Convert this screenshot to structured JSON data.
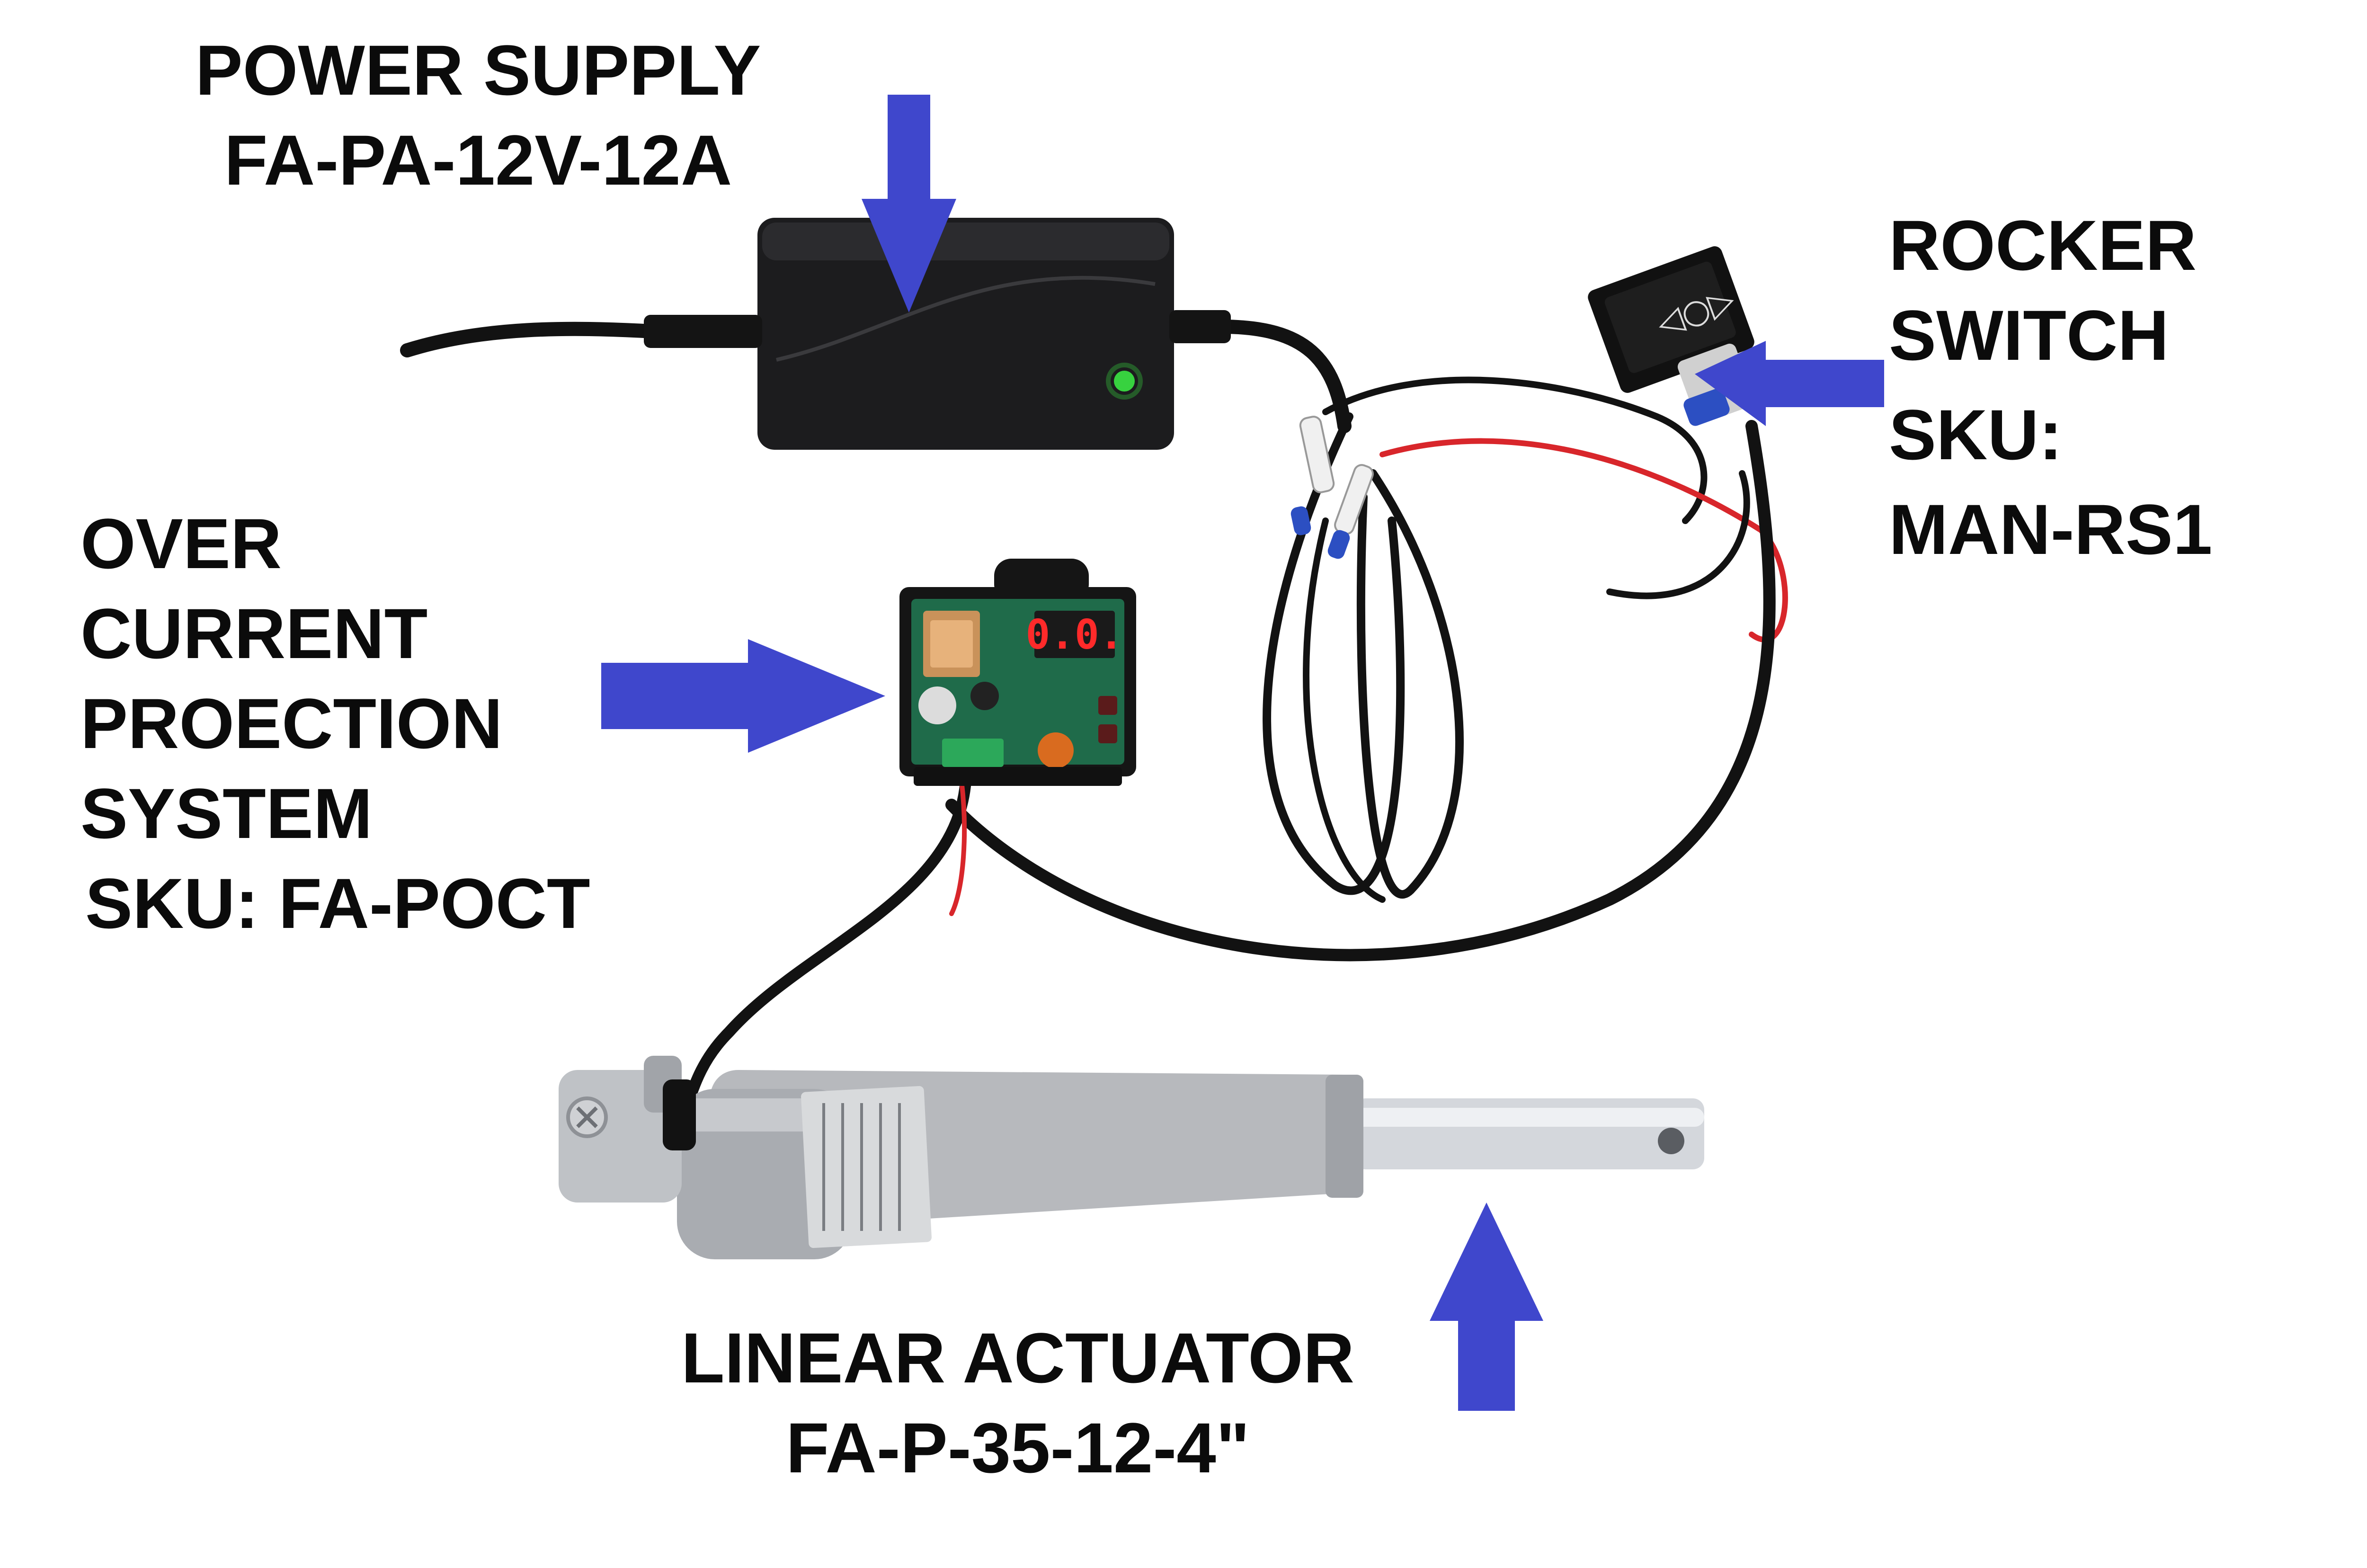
{
  "colors": {
    "background": "#ffffff",
    "label_text": "#0b0b0b",
    "arrow": "#3f47cc",
    "device_body": "#1c1c1e",
    "cable_black": "#121212",
    "cable_red": "#d8262b",
    "status_led": "#37d23f",
    "pcb_green": "#1f6b4a",
    "display_red": "#ff2a2a",
    "actuator_silver": "#b7b9bd",
    "rod_chrome": "#d4d7dc"
  },
  "labels": {
    "power_supply": {
      "line1": "POWER SUPPLY",
      "line2": "FA-PA-12V-12A"
    },
    "rocker_switch": {
      "line1": "ROCKER",
      "line2": "SWITCH",
      "line3": "SKU:",
      "line4": "MAN-RS1"
    },
    "over_current": {
      "line1": "OVER",
      "line2": "CURRENT",
      "line3": "PROECTION",
      "line4": "SYSTEM",
      "line5": "SKU: FA-POCT"
    },
    "linear_actuator": {
      "line1": "LINEAR ACTUATOR",
      "line2": "FA-P-35-12-4\""
    }
  },
  "components": {
    "ocp_display": "0.0."
  },
  "icons": [
    "down-arrow-icon",
    "left-arrow-icon",
    "right-arrow-icon",
    "up-arrow-icon"
  ]
}
